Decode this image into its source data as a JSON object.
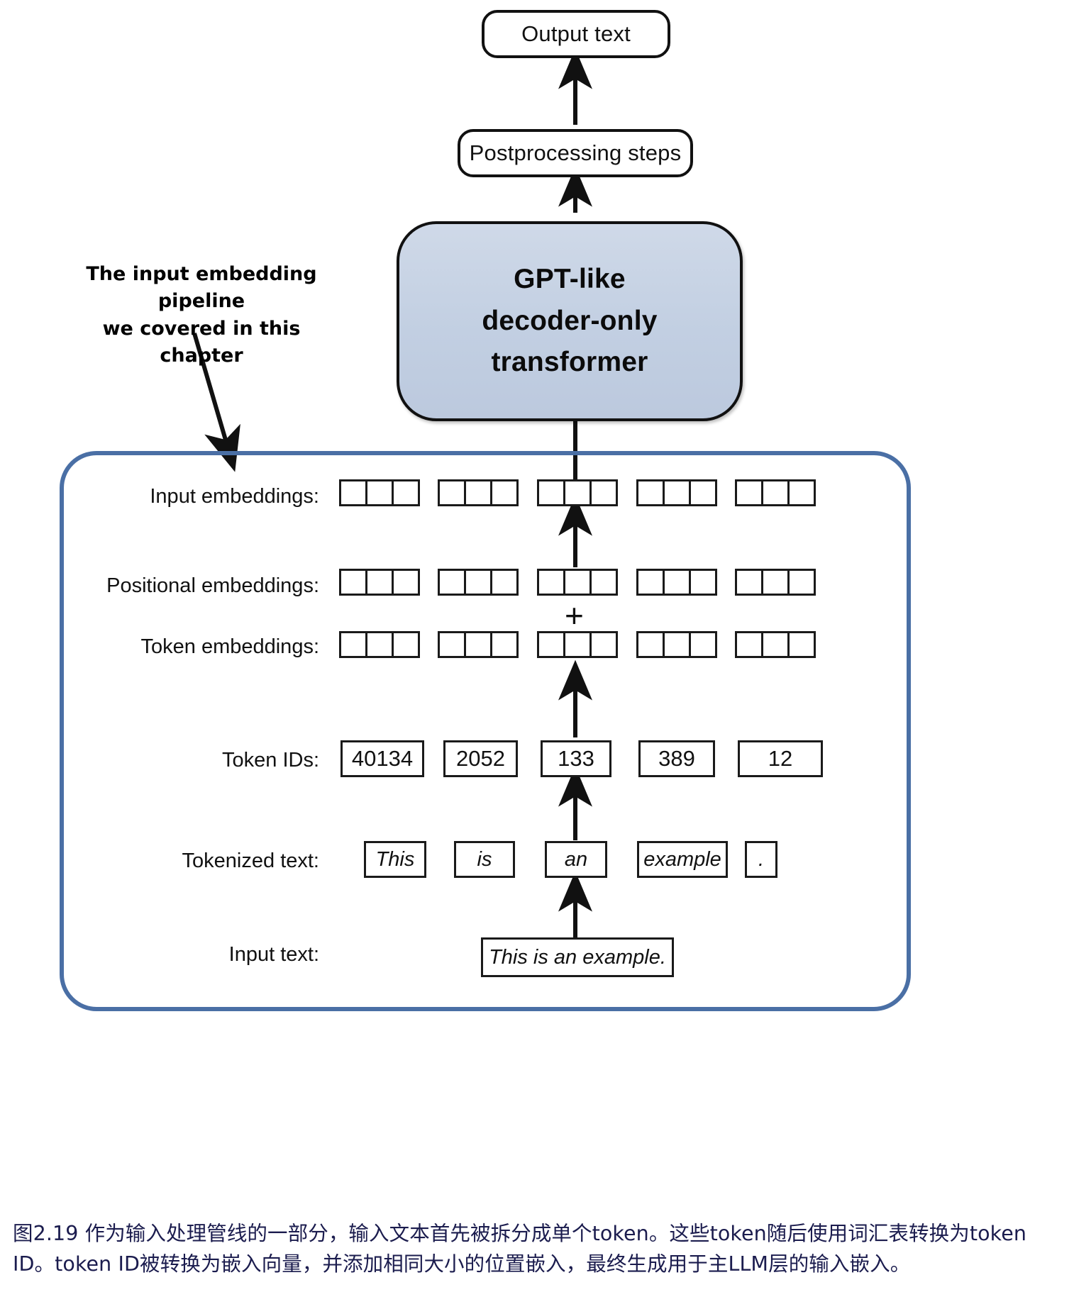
{
  "figure": {
    "caption": "图2.19 作为输入处理管线的一部分，输入文本首先被拆分成单个token。这些token随后使用词汇表转换为token ID。token ID被转换为嵌入向量，并添加相同大小的位置嵌入，最终生成用于主LLM层的输入嵌入。",
    "annotation": "The input embedding pipeline we covered in this chapter",
    "annotation_line1": "The input embedding pipeline",
    "annotation_line2": "we covered in this chapter"
  },
  "colors": {
    "gpt_box_fill": "#c2cfe2",
    "pipeline_border": "#4a6fa5",
    "stroke": "#111111",
    "caption_text": "#1b1c4e"
  },
  "top_flow": {
    "output_text": "Output text",
    "postprocessing": "Postprocessing steps",
    "model_line1": "GPT-like",
    "model_line2": "decoder-only",
    "model_line3": "transformer"
  },
  "pipeline": {
    "rows": [
      {
        "key": "input_embeddings",
        "label": "Input embeddings:"
      },
      {
        "key": "positional_embeddings",
        "label": "Positional embeddings:"
      },
      {
        "key": "token_embeddings",
        "label": "Token embeddings:"
      },
      {
        "key": "token_ids",
        "label": "Token IDs:"
      },
      {
        "key": "tokenized_text",
        "label": "Tokenized text:"
      },
      {
        "key": "input_text",
        "label": "Input text:"
      }
    ],
    "labels": {
      "input_embeddings": "Input embeddings:",
      "positional_embeddings": "Positional embeddings:",
      "token_embeddings": "Token embeddings:",
      "token_ids": "Token IDs:",
      "tokenized_text": "Tokenized text:",
      "input_text": "Input text:"
    },
    "plus_operator": "+",
    "embedding_groups": 5,
    "embedding_cells_per_group": 3,
    "token_ids": [
      "40134",
      "2052",
      "133",
      "389",
      "12"
    ],
    "tokens": [
      "This",
      "is",
      "an",
      "example",
      "."
    ],
    "input_text_value": "This is an example."
  }
}
